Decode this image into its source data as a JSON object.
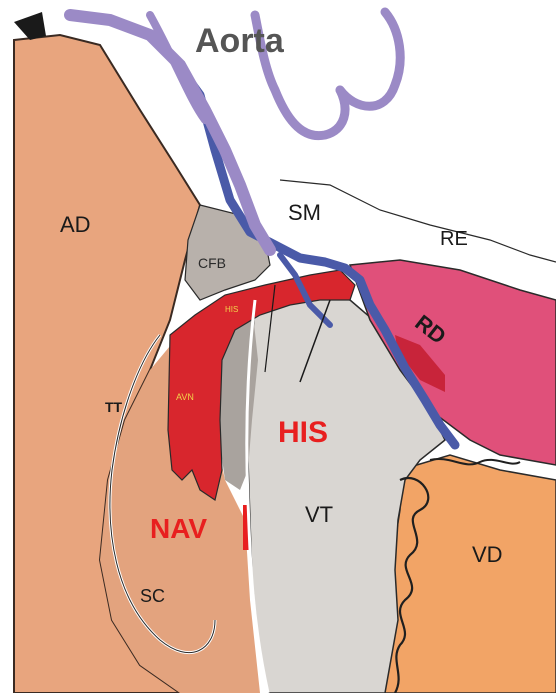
{
  "labels": {
    "aorta": "Aorta",
    "sm": "SM",
    "re": "RE",
    "ad": "AD",
    "cfb": "CFB",
    "rd": "RD",
    "tt": "TT",
    "avn": "AVN",
    "his_small": "HIS",
    "his": "HIS",
    "vt": "VT",
    "nav": "NAV",
    "vd": "VD",
    "sc": "SC"
  },
  "colors": {
    "atrium": "#e8a57e",
    "ventricle_right": "#f2a466",
    "aorta_outline": "#9b8ac6",
    "membrane": "#4a5aa8",
    "cfb": "#b8b1ab",
    "avn_red": "#d8262d",
    "right_ventricle_pink": "#e0507a",
    "septum_grey": "#d9d6d2",
    "highlight_red": "#e81f1f"
  }
}
